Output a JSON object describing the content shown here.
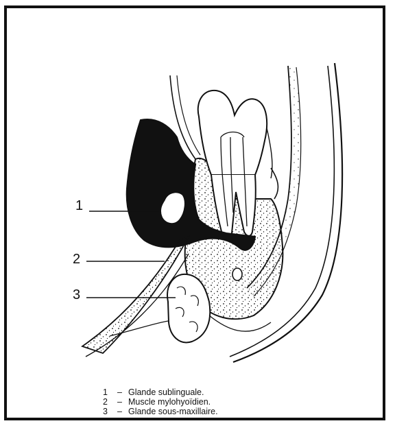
{
  "callouts": [
    {
      "number": "1"
    },
    {
      "number": "2"
    },
    {
      "number": "3"
    }
  ],
  "legend": [
    {
      "number": "1",
      "separator": "–",
      "label": "Glande sublinguale."
    },
    {
      "number": "2",
      "separator": "–",
      "label": "Muscle mylohyoïdien."
    },
    {
      "number": "3",
      "separator": "–",
      "label": "Glande sous-maxillaire."
    }
  ],
  "colors": {
    "ink": "#111111",
    "paper": "#ffffff"
  }
}
